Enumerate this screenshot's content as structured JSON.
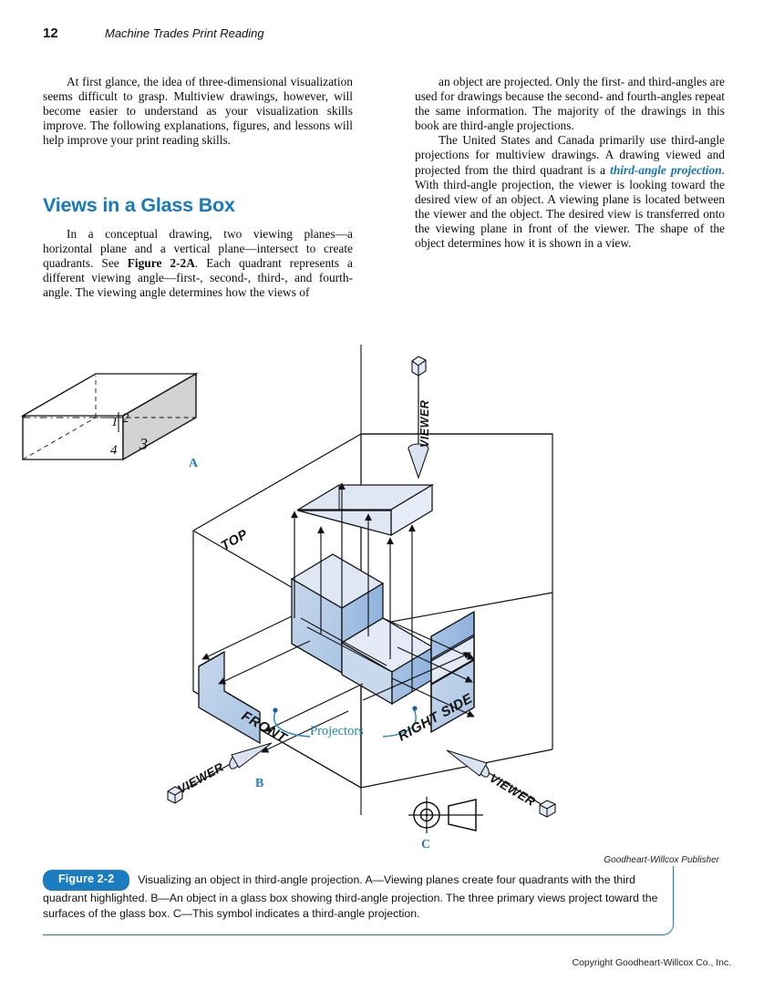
{
  "page": {
    "folio": "12",
    "book_title": "Machine Trades Print Reading",
    "copyright": "Copyright Goodheart-Willcox Co., Inc."
  },
  "body": {
    "left_column": {
      "paragraph_1": "At first glance, the idea of three-dimensional visualization seems difficult to grasp. Multiview drawings, however, will become easier to understand as your visualization skills improve. The following explanations, figures, and lessons will help improve your print reading skills.",
      "section_heading": "Views in a Glass Box",
      "paragraph_2_part1": "In a conceptual drawing, two viewing planes—a horizontal plane and a vertical plane—intersect to create quadrants. See ",
      "paragraph_2_figref": "Figure 2-2A",
      "paragraph_2_part2": ". Each quadrant represents a different viewing angle—first-, second-, third-, and fourth-angle. The viewing angle determines how the views of"
    },
    "right_column": {
      "paragraph_1": "an object are projected. Only the first- and third-angles are used for drawings because the second- and fourth-angles repeat the same information. The majority of the drawings in this book are third-angle projections.",
      "paragraph_2_part1": "The United States and Canada primarily use third-angle projections for multiview drawings. A drawing viewed and projected from the third quadrant is a ",
      "paragraph_2_term": "third-angle projection",
      "paragraph_2_part2": ". With third-angle projection, the viewer is looking toward the desired view of an object. A viewing plane is located between the viewer and the object. The desired view is transferred onto the viewing plane in front of the viewer. The shape of the object determines how it is shown in a view."
    }
  },
  "figure": {
    "credit": "Goodheart-Willcox Publisher",
    "badge": "Figure 2-2",
    "caption": "Visualizing an object in third-angle projection. A—Viewing planes create four quadrants with the third quadrant highlighted. B—An object in a glass box showing third-angle projection. The three primary views project toward the surfaces of the glass box. C—This symbol indicates a third-angle projection.",
    "labels": {
      "part_a": "A",
      "part_b": "B",
      "part_c": "C",
      "quadrant_1": "1",
      "quadrant_2": "2",
      "quadrant_3": "3",
      "quadrant_4": "4",
      "viewer_top": "VIEWER",
      "viewer_left": "VIEWER",
      "viewer_right": "VIEWER",
      "plane_top": "TOP",
      "plane_front": "FRONT",
      "plane_right_side": "RIGHT SIDE",
      "projectors": "Projectors"
    },
    "colors": {
      "accent_blue": "#1479bd",
      "caption_blue": "#1b7cc0",
      "label_blue": "#1b7cc0",
      "projector_blue": "#1b86c8",
      "glass_light": "#dde5f2",
      "glass_mid": "#b8cde8",
      "glass_dark": "#9dbde2",
      "quadrant_gray": "#d3d3d3",
      "line": "#111111"
    }
  }
}
